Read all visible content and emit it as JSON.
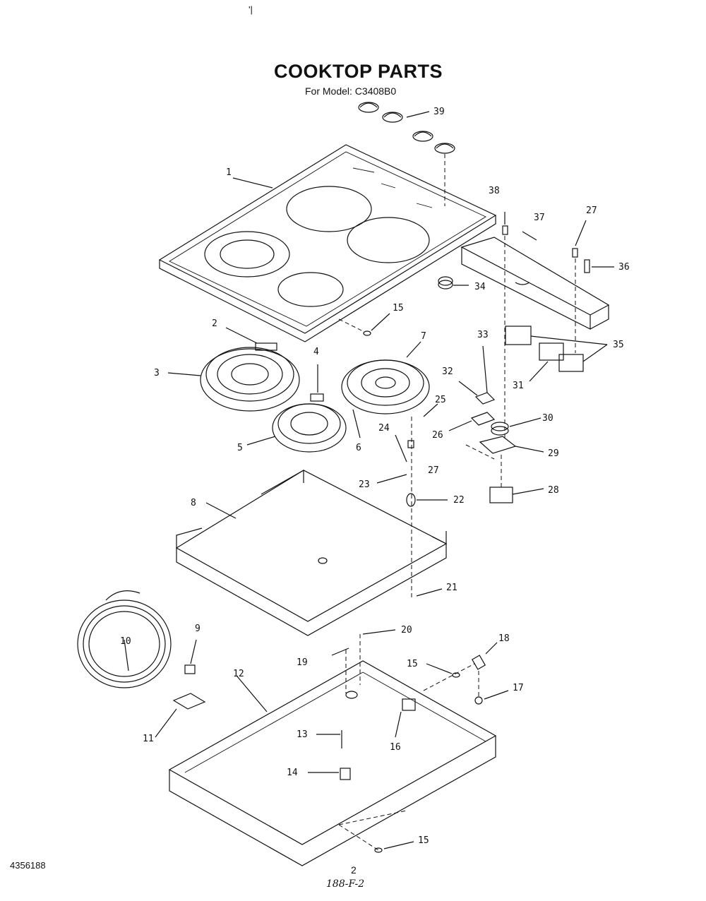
{
  "header": {
    "title": "COOKTOP PARTS",
    "model_line": "For Model: C3408B0",
    "top_mark": "'|"
  },
  "footer": {
    "doc_number": "4356188",
    "page_number": "2",
    "code": "188-F-2"
  },
  "callouts": [
    "1",
    "2",
    "3",
    "4",
    "5",
    "6",
    "7",
    "8",
    "9",
    "10",
    "11",
    "12",
    "13",
    "14",
    "15",
    "15",
    "15",
    "16",
    "17",
    "18",
    "19",
    "20",
    "21",
    "22",
    "23",
    "24",
    "25",
    "26",
    "27",
    "27",
    "28",
    "29",
    "30",
    "31",
    "32",
    "33",
    "34",
    "35",
    "36",
    "37",
    "38",
    "39"
  ]
}
